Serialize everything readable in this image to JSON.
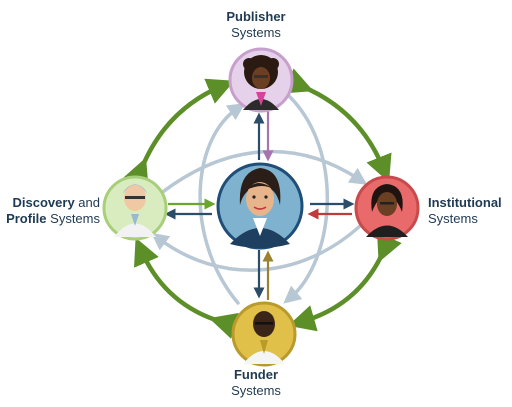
{
  "nodes": {
    "publisher": {
      "bold": "Publisher",
      "rest": "",
      "line2": "Systems",
      "ring_color": "#c79fcc",
      "bg_color": "#e6d1ea"
    },
    "discovery": {
      "bold": "Discovery",
      "rest": " and",
      "bold2": "Profile",
      "rest2": " Systems",
      "ring_color": "#a7cf7a",
      "bg_color": "#d9ecbf"
    },
    "institution": {
      "bold": "Institutional",
      "rest": "",
      "line2": "Systems",
      "ring_color": "#c94a4a",
      "bg_color": "#e86a6a"
    },
    "funder": {
      "bold": "Funder",
      "rest": "",
      "line2": "Systems",
      "ring_color": "#b99a2a",
      "bg_color": "#e0c048"
    },
    "center": {
      "ring_color": "#1f4e79",
      "bg_color": "#7fb2cf"
    }
  },
  "colors": {
    "green_arrows": "#5c8f28",
    "grey_arrows": "#b7c7d4",
    "navy_arrows": "#2c4d6a",
    "publisher_arrow": "#a774b0",
    "institution_arrow": "#c0393b",
    "funder_arrow": "#9a8230",
    "discovery_arrow": "#6aa52e"
  }
}
